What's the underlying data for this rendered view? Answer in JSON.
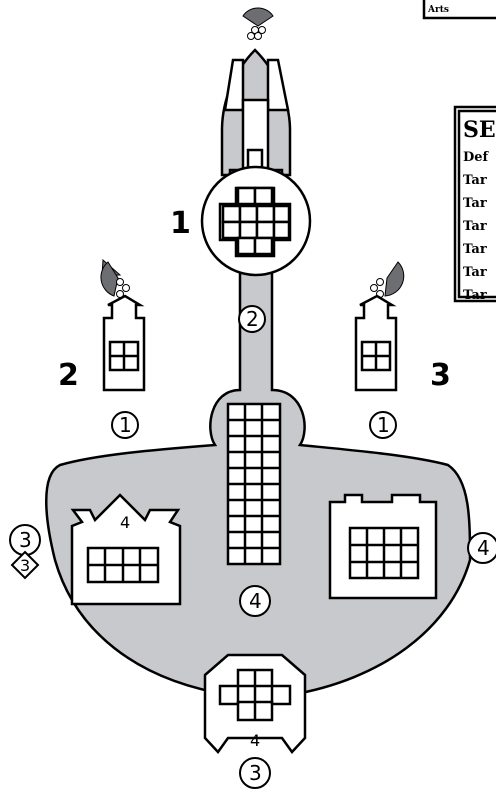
{
  "header": {
    "stub_text": "Arts"
  },
  "panel": {
    "title": "SE",
    "rows": [
      "Def",
      "Tar",
      "Tar",
      "Tar",
      "Tar",
      "Tar",
      "Tar"
    ]
  },
  "sectors": {
    "center": "1",
    "left": "2",
    "right": "3"
  },
  "labels": {
    "neck_circle": "2",
    "left_pod_circle": "1",
    "right_pod_circle": "1",
    "left_wing_circle": "3",
    "left_wing_diamond": "3",
    "right_wing_circle": "4",
    "body_circle": "4",
    "bottom_circle": "3",
    "left_wing_box_number": "4",
    "bottom_box_number": "4"
  },
  "colors": {
    "hull_gray": "#c8c9cd",
    "arc_gray": "#6d6e72"
  }
}
